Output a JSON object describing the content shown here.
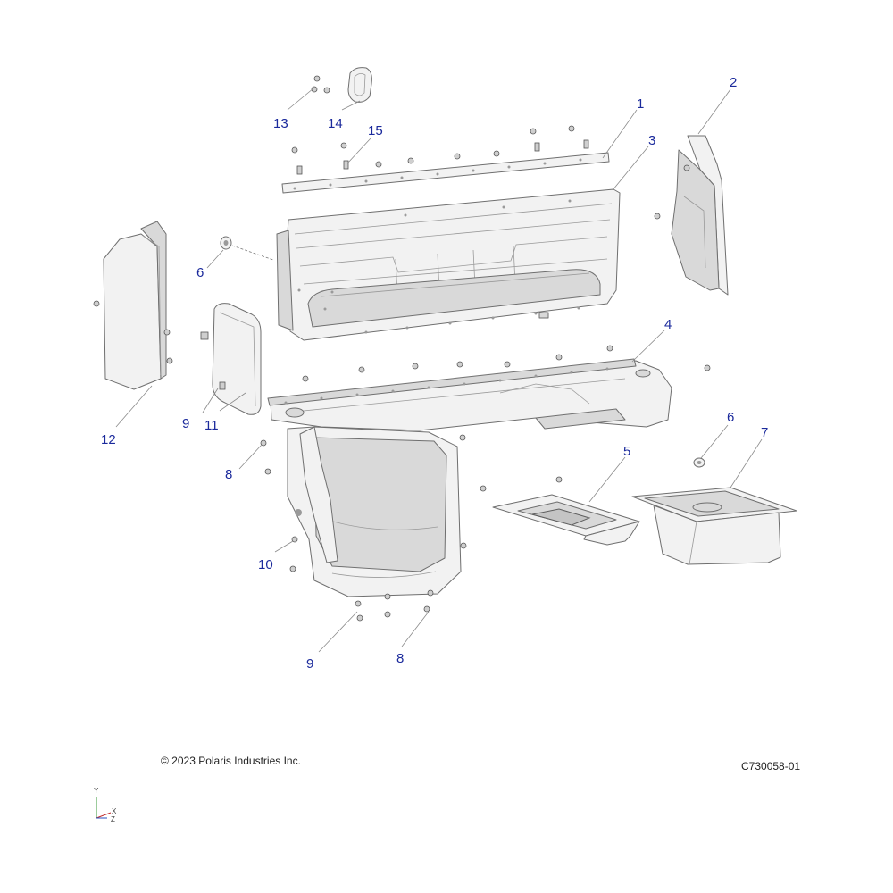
{
  "footer": {
    "copyright": "© 2023 Polaris Industries Inc.",
    "drawing_id": "C730058-01"
  },
  "axis_triad": {
    "y": "Y",
    "x": "X",
    "z": "Z"
  },
  "callouts": {
    "c1": "1",
    "c2": "2",
    "c3": "3",
    "c4": "4",
    "c5": "5",
    "c6a": "6",
    "c6b": "6",
    "c7": "7",
    "c8a": "8",
    "c8b": "8",
    "c9a": "9",
    "c9b": "9",
    "c10": "10",
    "c11": "11",
    "c12": "12",
    "c13": "13",
    "c14": "14",
    "c15": "15"
  },
  "colors": {
    "callout": "#1b2a9c",
    "line": "#6f6f6f",
    "fill": "#f2f2f2"
  }
}
